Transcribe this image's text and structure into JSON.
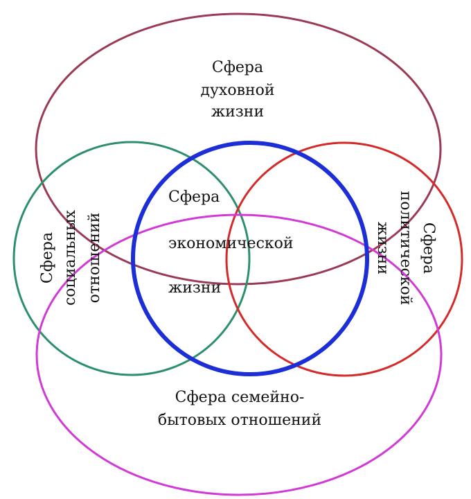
{
  "colors": {
    "spiritual": "#9a3a55",
    "social": "#2e8f6b",
    "economic": "#1c2fd6",
    "political": "#d42a2a",
    "family": "#d23ad6",
    "text": "#111111"
  },
  "labels": {
    "spiritual": {
      "line1": "Сфера",
      "line2": "духовной",
      "line3": "жизни"
    },
    "economic": {
      "line1": "Сфера",
      "line2": "экономической",
      "line3": "жизни"
    },
    "social": {
      "line1": "Сфера",
      "line2": "социальных",
      "line3": "отношений"
    },
    "political": {
      "line1": "Сфера",
      "line2": "политической",
      "line3": "жизни"
    },
    "family": {
      "line1": "Сфера семейно-",
      "line2": "бытовых отношений"
    }
  }
}
